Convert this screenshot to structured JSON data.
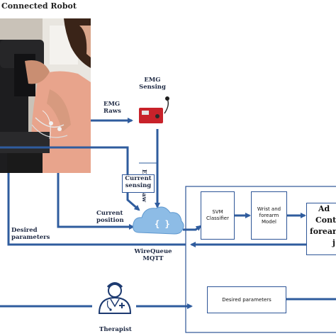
{
  "title": "Connected Robot",
  "labels": {
    "emg_raws": [
      "EMG",
      "Raws"
    ],
    "emg_sensing": [
      "EMG",
      "Sensing"
    ],
    "emg_raw_vertical": "EMG Raw",
    "current_sensing": [
      "Current",
      "sensing"
    ],
    "current_position": [
      "Current",
      "position"
    ],
    "desired_parameters_left": [
      "Desired",
      "parameters"
    ],
    "wirequeue": [
      "WireQueue",
      "MQTT"
    ],
    "therapist": "Therapist"
  },
  "boxes": {
    "svm": [
      "SVM",
      "Classifier"
    ],
    "wrist": [
      "Wrist and",
      "forearm",
      "Model"
    ],
    "adaptive": [
      "Ad",
      "Cont",
      "forearm",
      "j"
    ],
    "desired_params_box": "Desired parameters"
  },
  "colors": {
    "arrow": "#2f5c9e",
    "box_border": "#2d5597",
    "cloud": "#7fb2e0"
  }
}
